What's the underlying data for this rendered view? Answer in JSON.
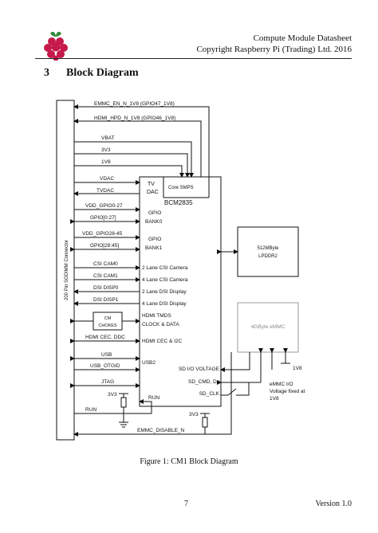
{
  "header": {
    "line1": "Compute Module Datasheet",
    "line2": "Copyright Raspberry Pi (Trading) Ltd. 2016"
  },
  "section": {
    "number": "3",
    "title": "Block Diagram"
  },
  "diagram": {
    "connector_label": "200 Pin SODIMM Connector",
    "signals": {
      "emmc_en": "EMMC_EN_N_1V8 (GPIO47_1V8)",
      "hdmi_hpd": "HDMI_HPD_N_1V8 (GPIO46_1V8)",
      "vbat": "VBAT",
      "v3v3": "3V3",
      "v1v8": "1V8",
      "vdac": "VDAC",
      "tvdac": "TVDAC",
      "vdd_gpio0": "VDD_GPIO0-27",
      "gpio0": "GPIO[0:27]",
      "vdd_gpio28": "VDD_GPIO28-45",
      "gpio28": "GPIO[28:45]",
      "csi0": "CSI CAM0",
      "csi1": "CSI CAM1",
      "dsi0": "DSI DISP0",
      "dsi1": "DSI DISP1",
      "hdmi_cec": "HDMI CEC, DDC",
      "usb": "USB",
      "usb_otg": "USB_OTGID",
      "jtag": "JTAG",
      "pullup_3v3": "3V3",
      "run": "RUN",
      "pullup_3v3_b": "3V3",
      "emmc_disable": "EMMC_DISABLE_N"
    },
    "cm_chokes": {
      "line1": "CM",
      "line2": "CHOKES"
    },
    "soc": {
      "name": "BCM2835",
      "tv_dac": {
        "line1": "TV",
        "line2": "DAC"
      },
      "core_smps": "Core SMPS",
      "gpio_bank0": {
        "line1": "GPIO",
        "line2": "BANK0"
      },
      "gpio_bank1": {
        "line1": "GPIO",
        "line2": "BANK1"
      },
      "csi_cam0": "2 Lane CSI Camera",
      "csi_cam1": "4 Lane CSI Camera",
      "dsi_disp0": "2 Lane DSI Display",
      "dsi_disp1": "4 Lane DSI Display",
      "hdmi_tmds": {
        "line1": "HDMI TMDS",
        "line2": "CLOCK & DATA"
      },
      "hdmi_cec": "HDMI CEC & I2C",
      "usb2": "USB2",
      "sd_io": "SD I/O VOLTAGE",
      "sd_cmd": "SD_CMD, Dx",
      "sd_clk": "SD_CLK",
      "run": "RUN"
    },
    "memory": {
      "line1": "512MByte",
      "line2": "LPDDR2"
    },
    "emmc": "4GByte eMMC",
    "emmc_1v8": "1V8",
    "emmc_note": {
      "line1": "eMMC I/O",
      "line2": "Voltage fixed at",
      "line3": "1V8"
    }
  },
  "caption": "Figure 1: CM1 Block Diagram",
  "footer": {
    "page": "7",
    "version": "Version 1.0"
  }
}
